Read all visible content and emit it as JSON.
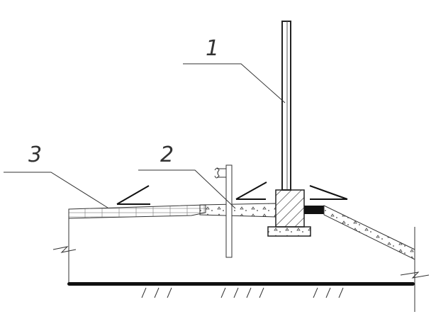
{
  "labels": {
    "one": "1",
    "two": "2",
    "three": "3"
  },
  "colors": {
    "line": "#222222",
    "background": "#ffffff"
  }
}
